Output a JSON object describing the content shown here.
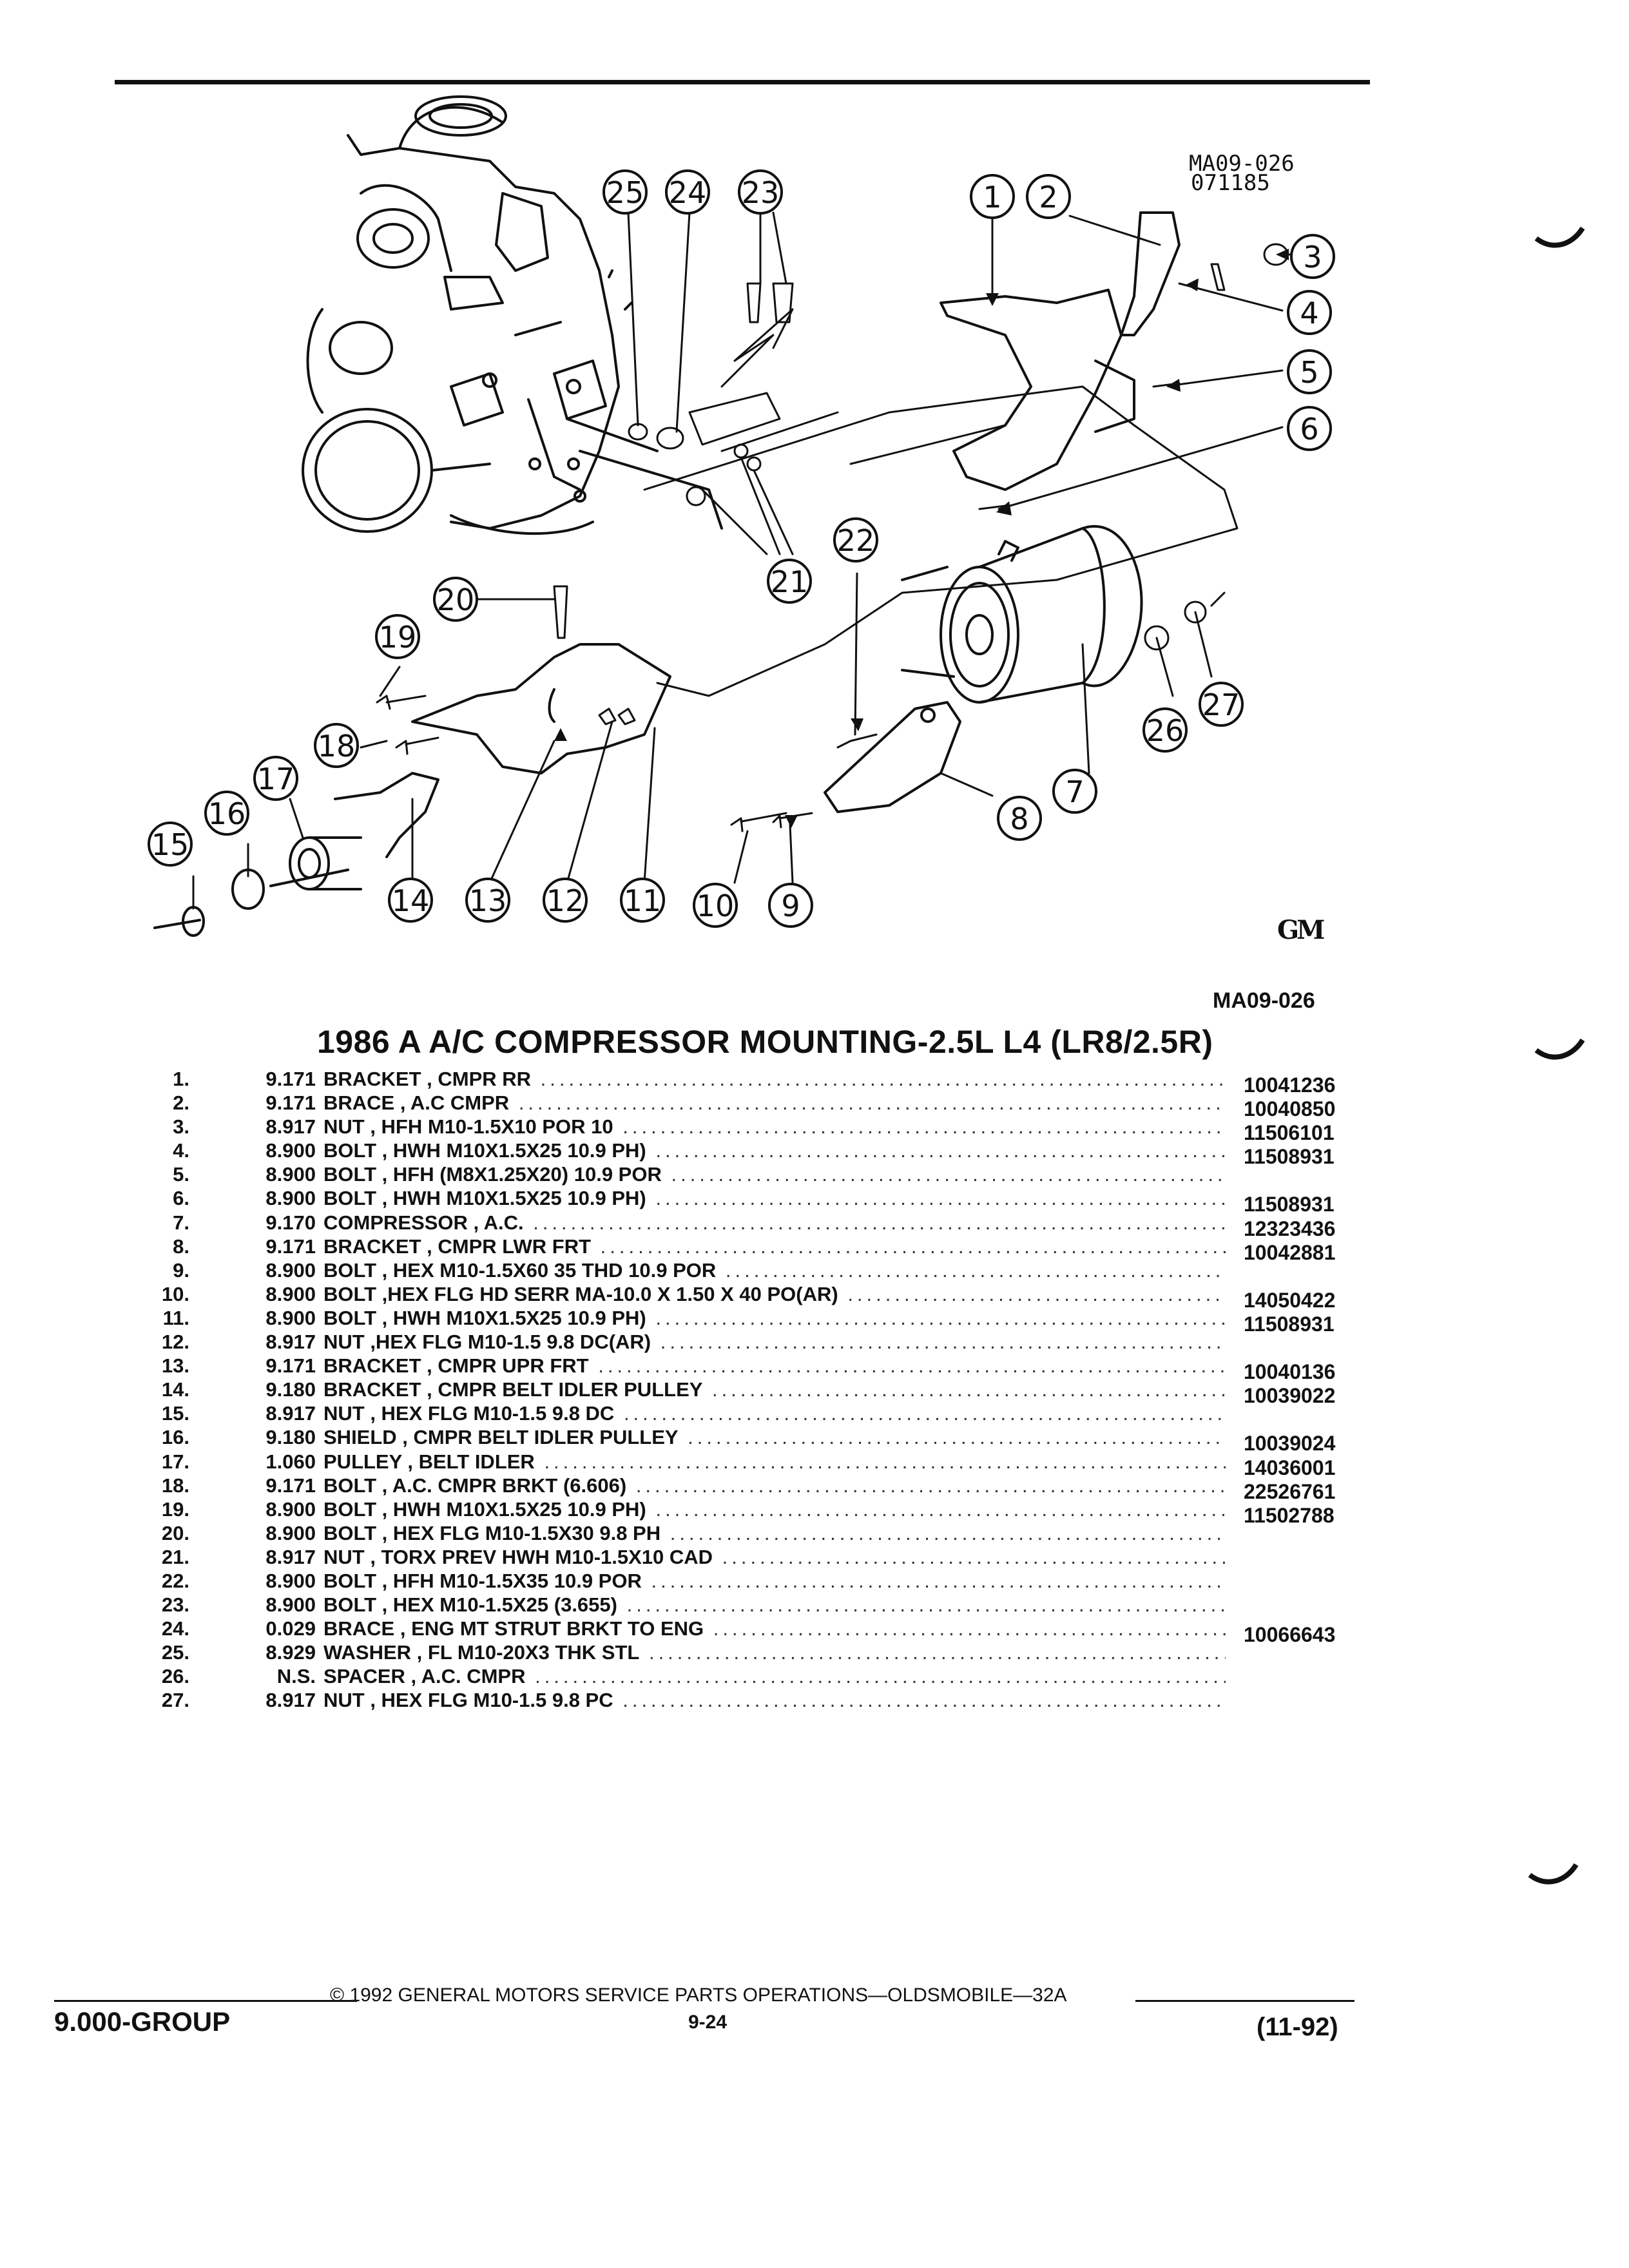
{
  "diagram": {
    "id_line1": "MA09-026",
    "id_line2": "071185",
    "callouts": [
      "1",
      "2",
      "3",
      "4",
      "5",
      "6",
      "7",
      "8",
      "9",
      "10",
      "11",
      "12",
      "13",
      "14",
      "15",
      "16",
      "17",
      "18",
      "19",
      "20",
      "21",
      "22",
      "23",
      "24",
      "25",
      "26",
      "27"
    ],
    "caption_code": "MA09-026",
    "logo": "GM"
  },
  "section": {
    "title": "1986 A A/C COMPRESSOR MOUNTING-2.5L L4 (LR8/2.5R)"
  },
  "parts": [
    {
      "index": "1.",
      "group": "9.171",
      "description": "BRACKET , CMPR RR",
      "part_number": "10041236"
    },
    {
      "index": "2.",
      "group": "9.171",
      "description": "BRACE , A.C CMPR",
      "part_number": "10040850"
    },
    {
      "index": "3.",
      "group": "8.917",
      "description": "NUT , HFH M10-1.5X10 POR 10",
      "part_number": "11506101"
    },
    {
      "index": "4.",
      "group": "8.900",
      "description": "BOLT , HWH M10X1.5X25 10.9 PH)",
      "part_number": "11508931"
    },
    {
      "index": "5.",
      "group": "8.900",
      "description": "BOLT , HFH (M8X1.25X20) 10.9 POR",
      "part_number": ""
    },
    {
      "index": "6.",
      "group": "8.900",
      "description": "BOLT , HWH M10X1.5X25 10.9 PH)",
      "part_number": "11508931"
    },
    {
      "index": "7.",
      "group": "9.170",
      "description": "COMPRESSOR , A.C.",
      "part_number": "12323436"
    },
    {
      "index": "8.",
      "group": "9.171",
      "description": "BRACKET , CMPR LWR FRT",
      "part_number": "10042881"
    },
    {
      "index": "9.",
      "group": "8.900",
      "description": "BOLT , HEX M10-1.5X60 35 THD 10.9 POR",
      "part_number": ""
    },
    {
      "index": "10.",
      "group": "8.900",
      "description": "BOLT ,HEX FLG HD SERR MA-10.0 X 1.50 X 40 PO(AR)",
      "part_number": "14050422"
    },
    {
      "index": "11.",
      "group": "8.900",
      "description": "BOLT , HWH M10X1.5X25 10.9 PH)",
      "part_number": "11508931"
    },
    {
      "index": "12.",
      "group": "8.917",
      "description": "NUT ,HEX FLG M10-1.5 9.8 DC(AR)",
      "part_number": ""
    },
    {
      "index": "13.",
      "group": "9.171",
      "description": "BRACKET , CMPR UPR FRT",
      "part_number": "10040136"
    },
    {
      "index": "14.",
      "group": "9.180",
      "description": "BRACKET , CMPR BELT IDLER PULLEY",
      "part_number": "10039022"
    },
    {
      "index": "15.",
      "group": "8.917",
      "description": "NUT , HEX FLG M10-1.5 9.8 DC",
      "part_number": ""
    },
    {
      "index": "16.",
      "group": "9.180",
      "description": "SHIELD , CMPR BELT IDLER PULLEY",
      "part_number": "10039024"
    },
    {
      "index": "17.",
      "group": "1.060",
      "description": "PULLEY , BELT IDLER",
      "part_number": "14036001"
    },
    {
      "index": "18.",
      "group": "9.171",
      "description": "BOLT , A.C. CMPR BRKT (6.606)",
      "part_number": "22526761"
    },
    {
      "index": "19.",
      "group": "8.900",
      "description": "BOLT , HWH M10X1.5X25 10.9 PH)",
      "part_number": "11502788"
    },
    {
      "index": "20.",
      "group": "8.900",
      "description": "BOLT , HEX FLG M10-1.5X30 9.8 PH",
      "part_number": ""
    },
    {
      "index": "21.",
      "group": "8.917",
      "description": "NUT , TORX PREV HWH M10-1.5X10 CAD",
      "part_number": ""
    },
    {
      "index": "22.",
      "group": "8.900",
      "description": "BOLT , HFH M10-1.5X35 10.9 POR",
      "part_number": ""
    },
    {
      "index": "23.",
      "group": "8.900",
      "description": "BOLT , HEX M10-1.5X25 (3.655)",
      "part_number": ""
    },
    {
      "index": "24.",
      "group": "0.029",
      "description": "BRACE , ENG MT STRUT BRKT TO ENG",
      "part_number": "10066643"
    },
    {
      "index": "25.",
      "group": "8.929",
      "description": "WASHER , FL M10-20X3 THK STL",
      "part_number": ""
    },
    {
      "index": "26.",
      "group": "N.S.",
      "description": "SPACER , A.C. CMPR",
      "part_number": ""
    },
    {
      "index": "27.",
      "group": "8.917",
      "description": "NUT , HEX FLG M10-1.5 9.8 PC",
      "part_number": ""
    }
  ],
  "footer": {
    "group": "9.000-GROUP",
    "copyright": "© 1992 GENERAL MOTORS SERVICE PARTS OPERATIONS—OLDSMOBILE—32A",
    "page": "9-24",
    "date": "(11-92)"
  }
}
